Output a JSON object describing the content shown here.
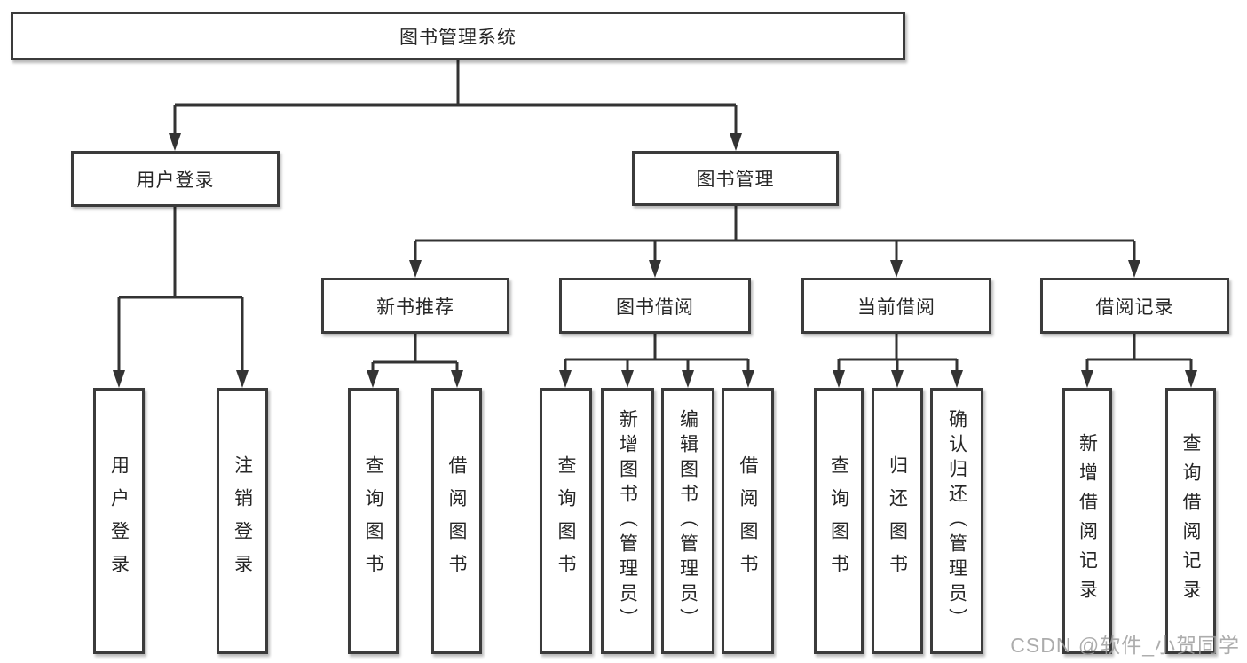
{
  "diagram": {
    "root": {
      "label": "图书管理系统"
    },
    "branches": [
      {
        "label": "用户登录",
        "leaves": [
          {
            "label": "用户登录"
          },
          {
            "label": "注销登录"
          }
        ]
      },
      {
        "label": "图书管理",
        "children": [
          {
            "label": "新书推荐",
            "leaves": [
              {
                "label": "查询图书"
              },
              {
                "label": "借阅图书"
              }
            ]
          },
          {
            "label": "图书借阅",
            "leaves": [
              {
                "label": "查询图书"
              },
              {
                "label": "新增图书（管理员）"
              },
              {
                "label": "编辑图书（管理员）"
              },
              {
                "label": "借阅图书"
              }
            ]
          },
          {
            "label": "当前借阅",
            "leaves": [
              {
                "label": "查询图书"
              },
              {
                "label": "归还图书"
              },
              {
                "label": "确认归还（管理员）"
              }
            ]
          },
          {
            "label": "借阅记录",
            "leaves": [
              {
                "label": "新增借阅记录"
              },
              {
                "label": "查询借阅记录"
              }
            ]
          }
        ]
      }
    ]
  },
  "watermark": {
    "text": "CSDN @软件_小贺同学"
  },
  "colors": {
    "line": "#333333",
    "box_border": "#3b3b3b",
    "box_fill": "#ffffff",
    "text": "#262626",
    "watermark": "#9e9e9e",
    "background": "#ffffff"
  }
}
